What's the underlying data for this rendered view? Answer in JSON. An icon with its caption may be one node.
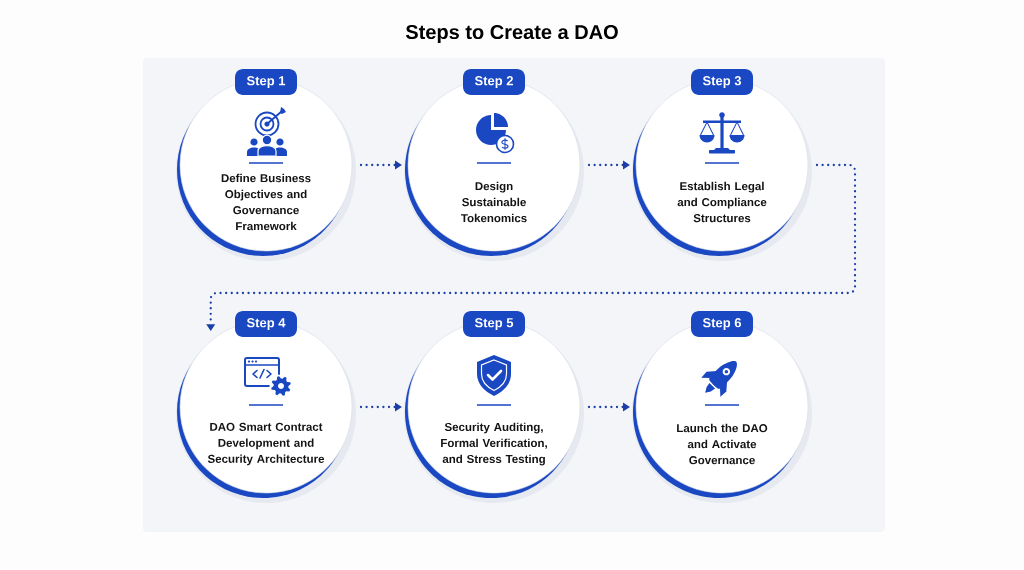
{
  "diagram": {
    "title": "Steps to Create a DAO",
    "nodes": [
      {
        "text": [
          "Step 1",
          "Define Business Objectives and Governance Framework"
        ]
      },
      {
        "text": [
          "Step 2",
          "Design Sustainable Tokenomics"
        ]
      },
      {
        "text": [
          "Step 3",
          "Establish Legal and Compliance Structures"
        ]
      },
      {
        "text": [
          "Step 4",
          "DAO Smart Contract Development and Security Architecture"
        ]
      },
      {
        "text": [
          "Step 5",
          "Security Auditing, Formal Verification, and Stress Testing"
        ]
      },
      {
        "text": [
          "Step 6",
          "Launch the DAO and Activate Governance"
        ]
      }
    ],
    "edges": [
      {
        "from": 0,
        "to": 1,
        "arrow": "to"
      },
      {
        "from": 1,
        "to": 2,
        "arrow": "to"
      },
      {
        "from": 2,
        "to": 3,
        "arrow": "to"
      },
      {
        "from": 3,
        "to": 4,
        "arrow": "to"
      },
      {
        "from": 4,
        "to": 5,
        "arrow": "to"
      }
    ]
  }
}
